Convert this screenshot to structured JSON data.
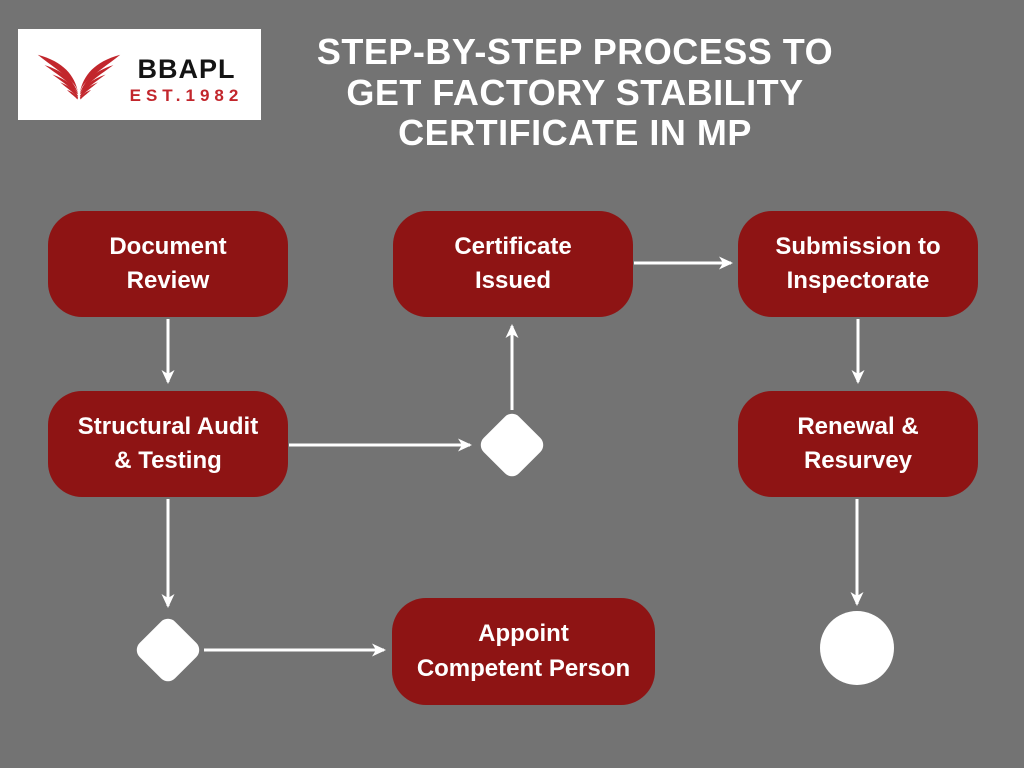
{
  "page": {
    "background_color": "#737373"
  },
  "logo": {
    "brand": "BBAPL",
    "established": "EST.1982",
    "background_color": "#ffffff",
    "brand_color": "#141414",
    "accent_color": "#c2262c",
    "icon": "wings-icon"
  },
  "title": {
    "text": "STEP-BY-STEP PROCESS TO\nGET FACTORY STABILITY\nCERTIFICATE IN MP",
    "color": "#ffffff"
  },
  "flow": {
    "node_color": "#8E1414",
    "node_text_color": "#ffffff",
    "connector_color": "#ffffff",
    "nodes": [
      {
        "id": "document-review",
        "label": "Document\nReview"
      },
      {
        "id": "certificate-issued",
        "label": "Certificate\nIssued"
      },
      {
        "id": "submission-to-inspectorate",
        "label": "Submission to\nInspectorate"
      },
      {
        "id": "structural-audit-testing",
        "label": "Structural Audit\n& Testing"
      },
      {
        "id": "renewal-resurvey",
        "label": "Renewal &\nResurvey"
      },
      {
        "id": "appoint-competent-person",
        "label": "Appoint\nCompetent Person"
      }
    ],
    "decisions": [
      {
        "id": "decision-1",
        "shape": "diamond"
      },
      {
        "id": "decision-2",
        "shape": "diamond"
      }
    ],
    "terminator": {
      "id": "end-node",
      "shape": "circle"
    },
    "edges": [
      {
        "from": "document-review",
        "to": "structural-audit-testing"
      },
      {
        "from": "structural-audit-testing",
        "to": "decision-1"
      },
      {
        "from": "decision-1",
        "to": "certificate-issued"
      },
      {
        "from": "certificate-issued",
        "to": "submission-to-inspectorate"
      },
      {
        "from": "submission-to-inspectorate",
        "to": "renewal-resurvey"
      },
      {
        "from": "renewal-resurvey",
        "to": "end-node"
      },
      {
        "from": "structural-audit-testing",
        "to": "decision-2"
      },
      {
        "from": "decision-2",
        "to": "appoint-competent-person"
      }
    ]
  }
}
